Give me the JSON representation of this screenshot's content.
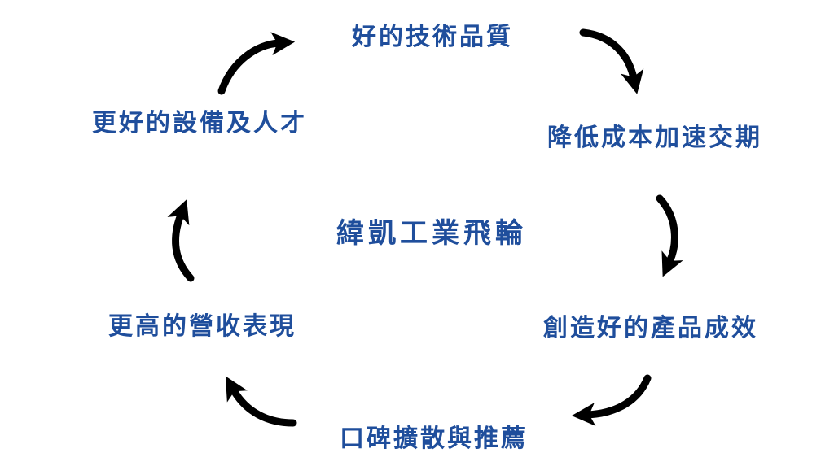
{
  "cycle": {
    "center_title": "緯凱工業飛輪",
    "steps": [
      "好的技術品質",
      "降低成本加速交期",
      "創造好的產品成效",
      "口碑擴散與推薦",
      "更高的營收表現",
      "更好的設備及人才"
    ]
  },
  "colors": {
    "text": "#1f4e9c",
    "arrow": "#000000"
  },
  "icons": [
    "curved-arrow-icon"
  ]
}
